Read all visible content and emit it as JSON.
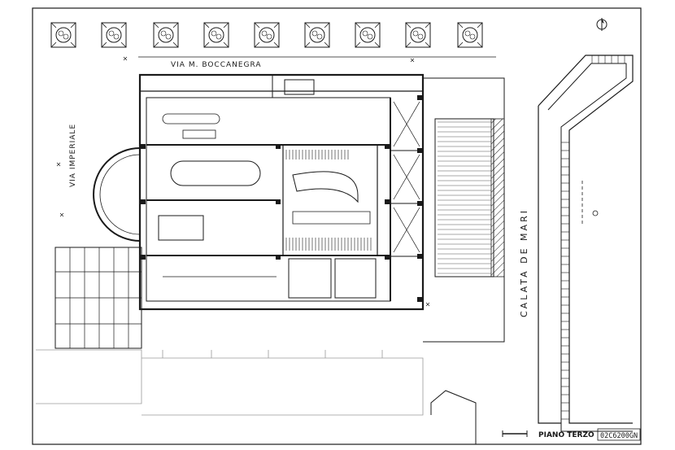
{
  "drawing": {
    "street_top": "VIA  M.  BOCCANEGRA",
    "street_left": "VIA IMPERIALE",
    "waterfront_right": "CALATA  DE  MARI",
    "floor_title": "PIANO TERZO",
    "drawing_code": "02C6200GN"
  },
  "colors": {
    "ink": "#1a1a1a",
    "paper": "#ffffff"
  },
  "icons": [
    "tree-icon",
    "north-arrow-icon",
    "scale-bar"
  ]
}
